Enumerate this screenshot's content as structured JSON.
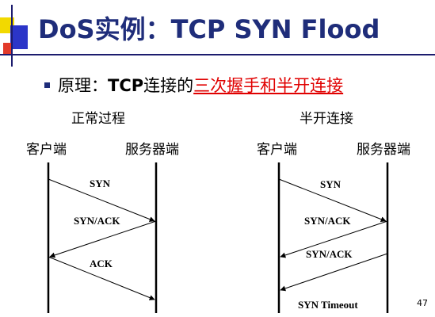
{
  "title": "DoS实例：TCP SYN Flood",
  "bullet": {
    "prefix": "原理：",
    "bold": "TCP",
    "middle": "连接的",
    "highlight": "三次握手和半开连接"
  },
  "diagrams": {
    "normal": {
      "heading": "正常过程",
      "client": "客户端",
      "server": "服务器端",
      "messages": [
        "SYN",
        "SYN/ACK",
        "ACK"
      ]
    },
    "half_open": {
      "heading": "半开连接",
      "client": "客户端",
      "server": "服务器端",
      "messages": [
        "SYN",
        "SYN/ACK",
        "SYN/ACK",
        "SYN Timeout"
      ]
    }
  },
  "page_number": "47",
  "colors": {
    "title": "#1f2d7a",
    "highlight": "#e00000",
    "deco_yellow": "#f2d900",
    "deco_blue": "#2b35c8",
    "deco_red": "#e23a2a"
  }
}
